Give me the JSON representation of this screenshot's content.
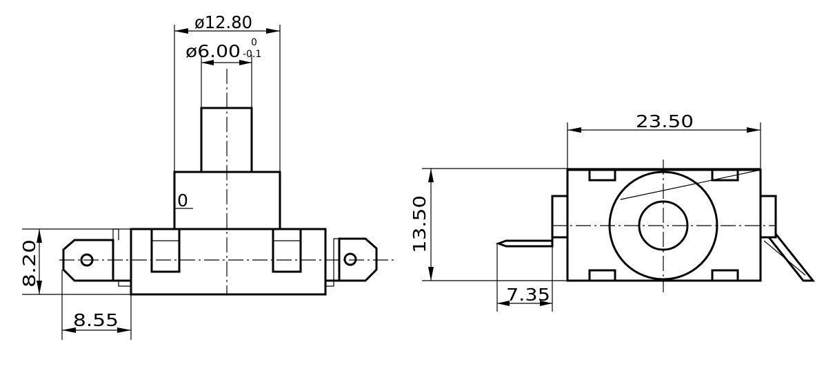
{
  "dimensions": {
    "pusher_outer_diameter": "ø12.80",
    "pusher_inner_diameter": "ø6.00",
    "inner_tolerance_upper": "0",
    "inner_tolerance_lower": "-0.1",
    "side_mark": "0",
    "body_height": "8.20",
    "terminal_width": "8.55",
    "top_body_length": "23.50",
    "top_body_width": "13.50",
    "top_terminal_offset": "7.35"
  }
}
